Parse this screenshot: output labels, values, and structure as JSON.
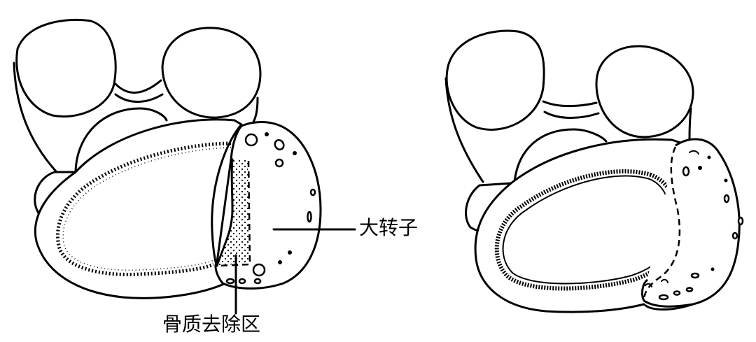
{
  "figure": {
    "panels": [
      {
        "id": "left",
        "description": "Femoral cross-section before bone removal, with stippled bone removal zone adjacent to greater trochanter"
      },
      {
        "id": "right",
        "description": "Femoral cross-section after bone removal, greater trochanter repositioned with dashed outline"
      }
    ],
    "labels": {
      "greater_trochanter": "大转子",
      "bone_removal_zone": "骨质去除区"
    },
    "colors": {
      "line": "#000000",
      "background": "#ffffff"
    }
  }
}
